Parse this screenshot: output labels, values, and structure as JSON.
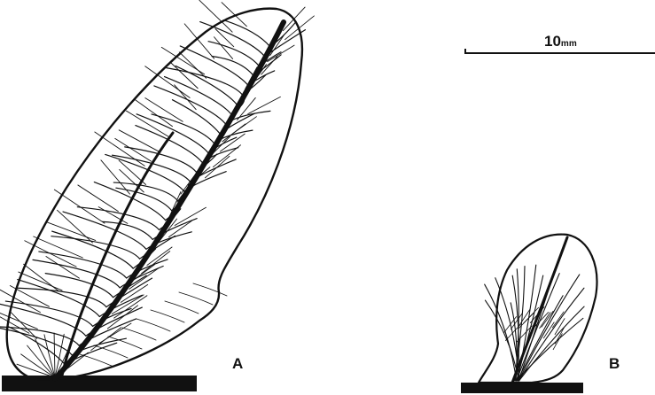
{
  "figure": {
    "scale_bar": {
      "label_main": "10",
      "label_unit": "mm"
    },
    "specimens": [
      {
        "id": "A",
        "label": "A"
      },
      {
        "id": "B",
        "label": "B"
      }
    ],
    "colors": {
      "ink": "#111111",
      "background": "#ffffff"
    }
  }
}
